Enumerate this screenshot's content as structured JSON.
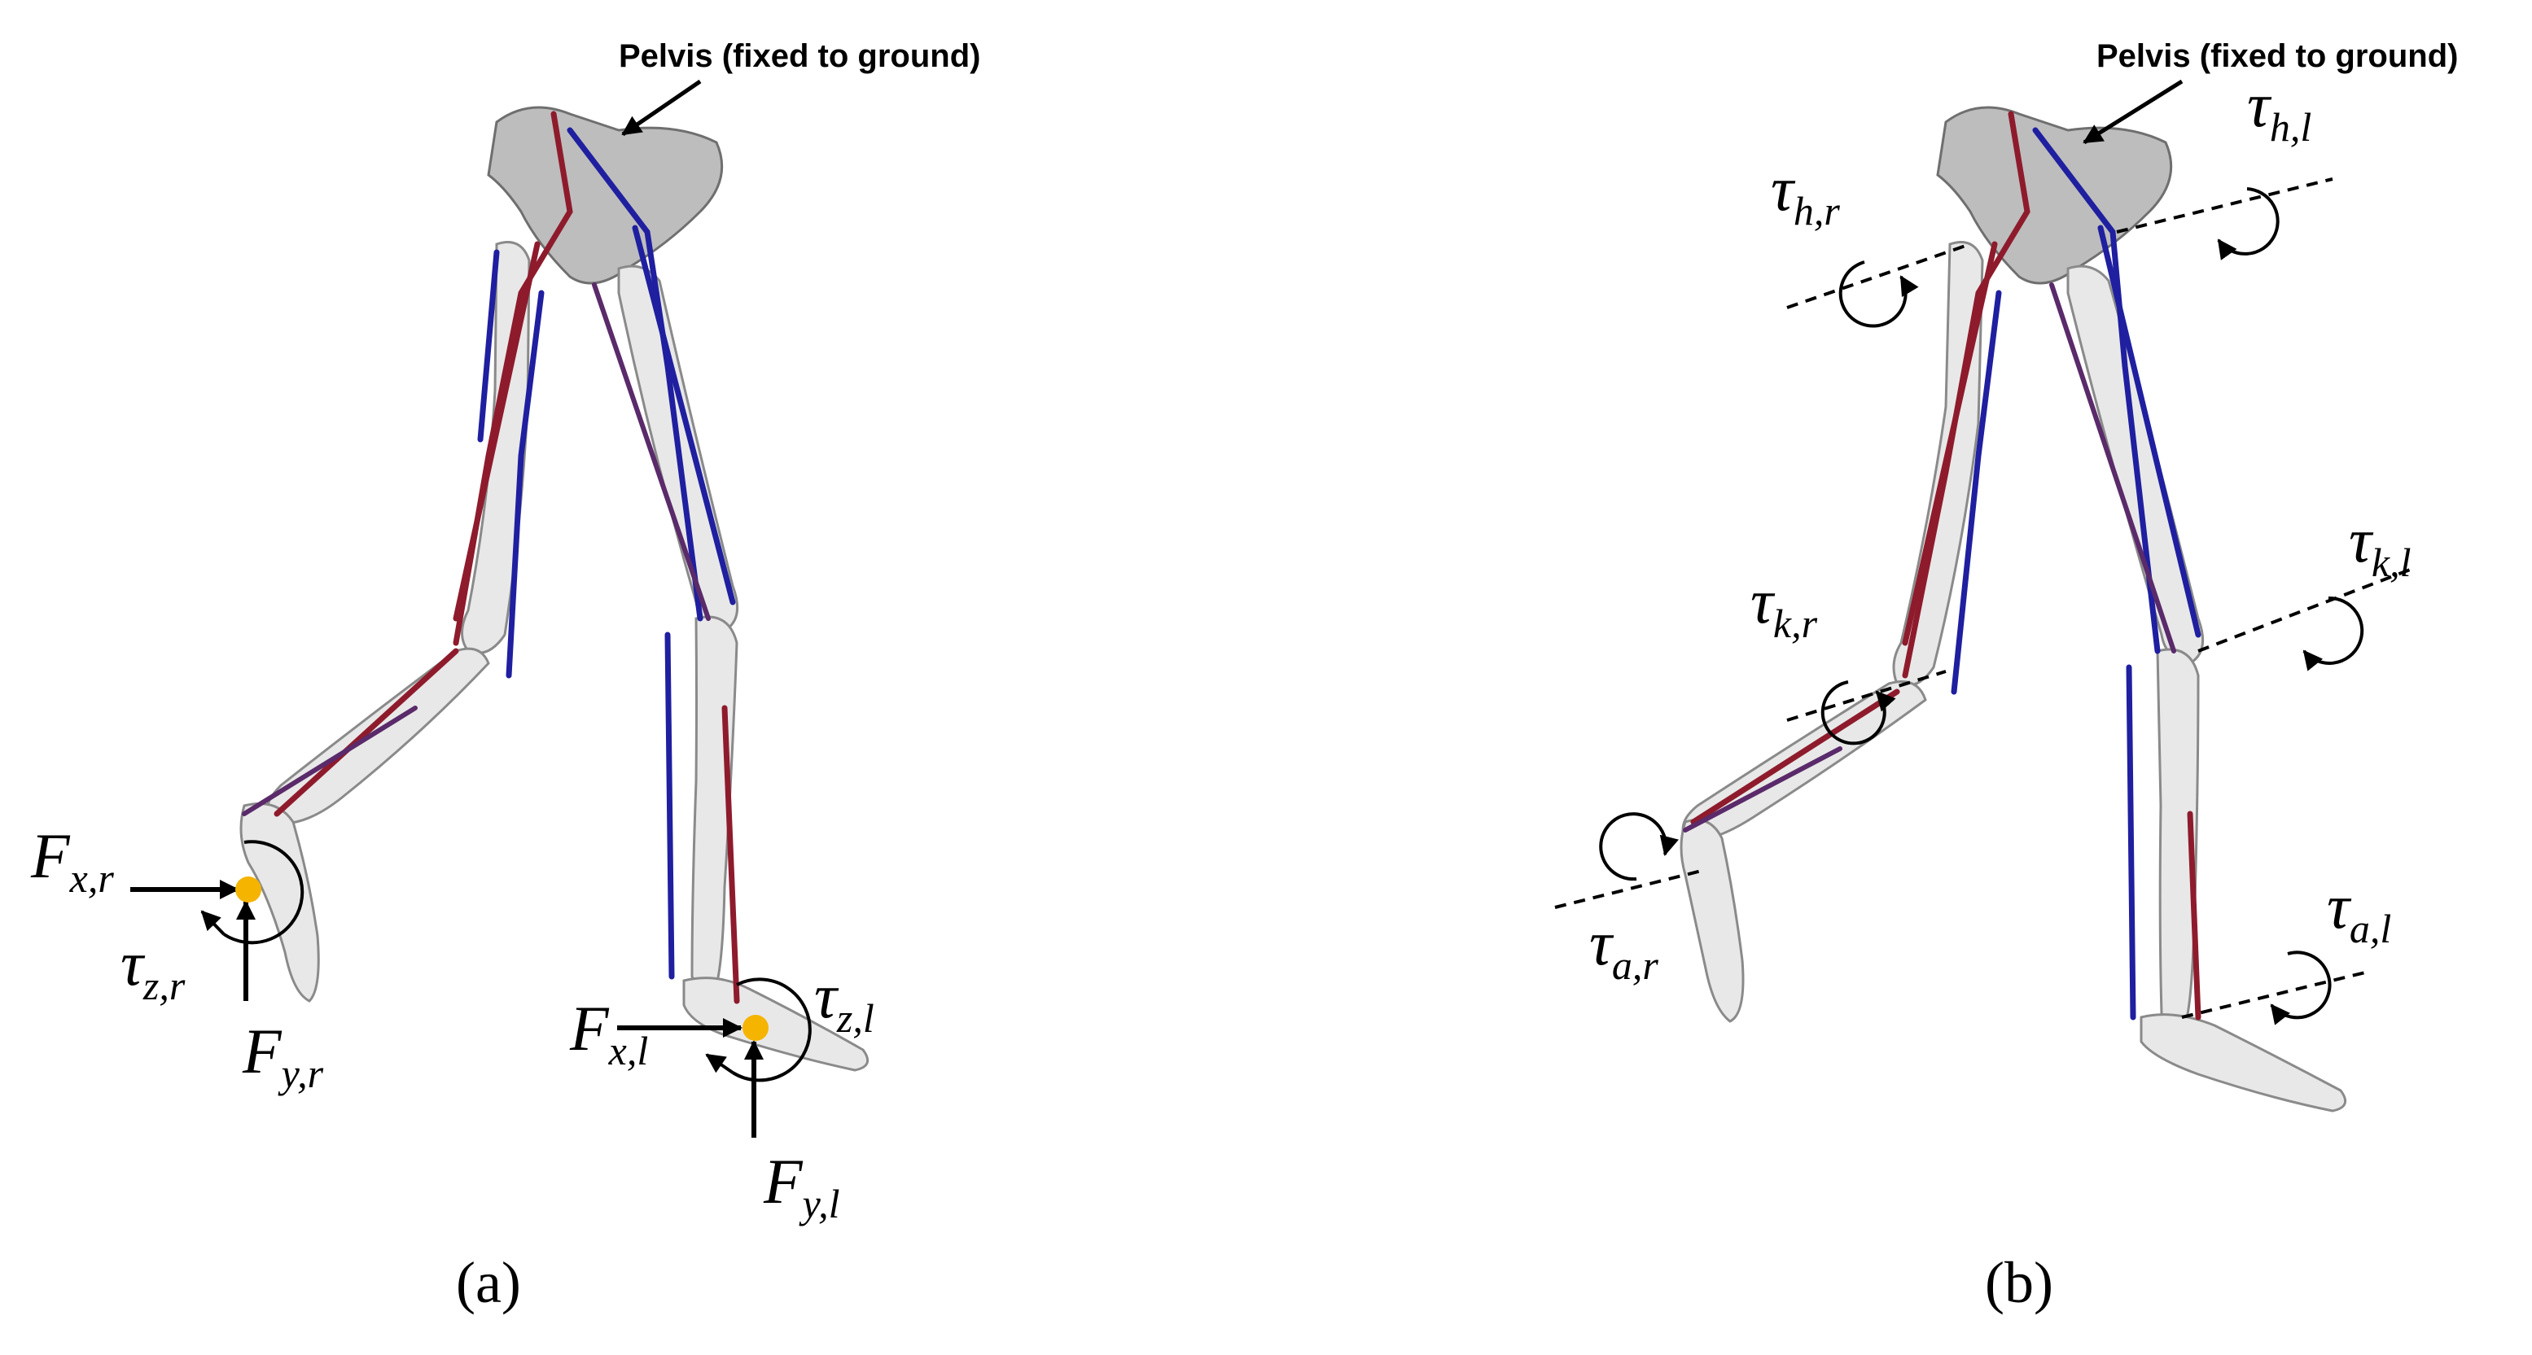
{
  "panel_a": {
    "pelvis_label": "Pelvis (fixed to ground)",
    "panel_label": "(a)",
    "symbols": {
      "fx_r": {
        "main": "F",
        "sub": "x,r"
      },
      "tz_r": {
        "main": "τ",
        "sub": "z,r"
      },
      "fy_r": {
        "main": "F",
        "sub": "y,r"
      },
      "fx_l": {
        "main": "F",
        "sub": "x,l"
      },
      "tz_l": {
        "main": "τ",
        "sub": "z,l"
      },
      "fy_l": {
        "main": "F",
        "sub": "y,l"
      }
    },
    "contact_point_color": "#f5b400"
  },
  "panel_b": {
    "pelvis_label": "Pelvis (fixed to ground)",
    "panel_label": "(b)",
    "symbols": {
      "th_r": {
        "main": "τ",
        "sub": "h,r"
      },
      "th_l": {
        "main": "τ",
        "sub": "h,l"
      },
      "tk_r": {
        "main": "τ",
        "sub": "k,r"
      },
      "tk_l": {
        "main": "τ",
        "sub": "k,l"
      },
      "ta_r": {
        "main": "τ",
        "sub": "a,r"
      },
      "ta_l": {
        "main": "τ",
        "sub": "a,l"
      }
    }
  },
  "colors": {
    "muscle_blue": "#1f1fa0",
    "muscle_red": "#8e1b2c",
    "bone": "#e8e8e8"
  }
}
